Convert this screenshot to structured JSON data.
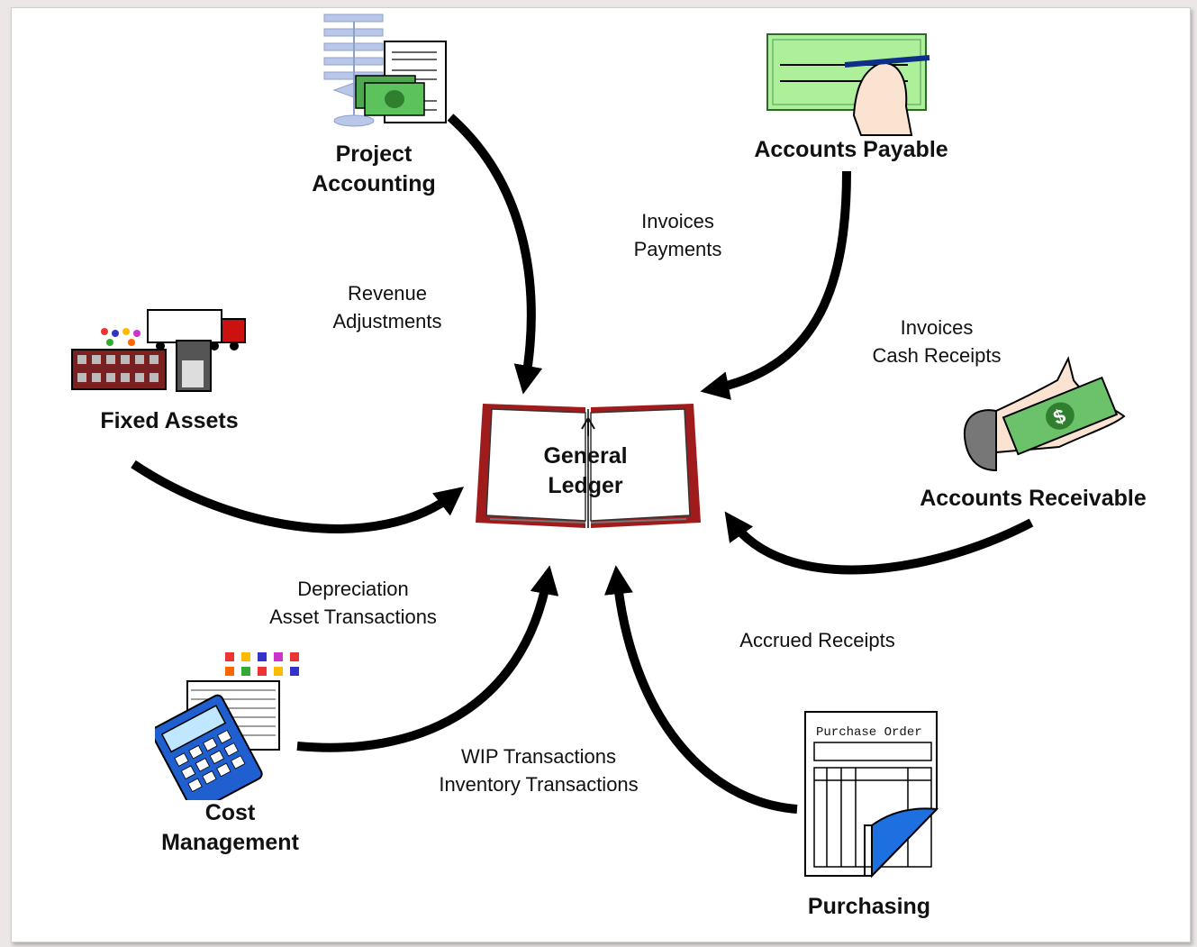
{
  "hub": {
    "title": "General\nLedger"
  },
  "modules": {
    "project_accounting": "Project\nAccounting",
    "accounts_payable": "Accounts Payable",
    "fixed_assets": "Fixed Assets",
    "accounts_receivable": "Accounts Receivable",
    "cost_management": "Cost\nManagement",
    "purchasing": "Purchasing"
  },
  "flows": {
    "project_accounting": [
      "Revenue",
      "Adjustments"
    ],
    "accounts_payable": [
      "Invoices",
      "Payments"
    ],
    "accounts_receivable": [
      "Invoices",
      "Cash Receipts"
    ],
    "fixed_assets": [
      "Depreciation",
      "Asset Transactions"
    ],
    "cost_management": [
      "WIP Transactions",
      "Inventory Transactions"
    ],
    "purchasing": [
      "Accrued Receipts"
    ]
  },
  "purchase_order_form": {
    "title": "Purchase Order"
  },
  "icons": [
    "flowchart-document-icon",
    "check-signing-icon",
    "factory-truck-icon",
    "cash-hand-icon",
    "calculator-icon",
    "purchase-order-icon",
    "ledger-book-icon"
  ],
  "colors": {
    "book_cover": "#a01c1c",
    "check": "#aef09a",
    "money": "#3ca03c",
    "calculator": "#1f5fcf",
    "po_corner": "#1e6fe0"
  }
}
